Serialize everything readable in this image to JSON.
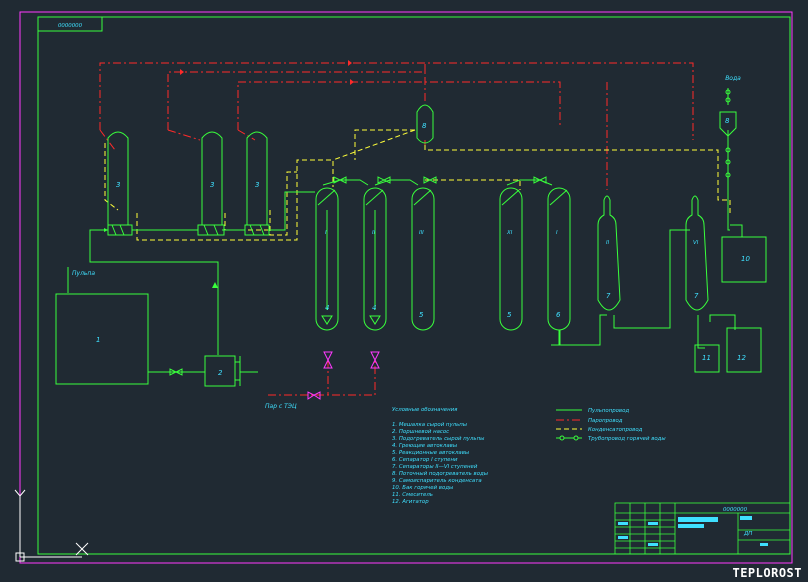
{
  "drawing": {
    "corner_tag": "0000000",
    "water_label": "Вода",
    "pulp_label": "Пульпа",
    "steam_label": "Пар с ТЭЦ",
    "equipment_numbers": {
      "mixers": "1",
      "pump": "2",
      "heaters": [
        "3",
        "3",
        "3"
      ],
      "autoclave_numerals": [
        "I",
        "II",
        "III",
        "XI",
        "I"
      ],
      "reaction_nums": [
        "4",
        "4",
        "5",
        "5",
        "6"
      ],
      "separator_numerals": [
        "II",
        "VI"
      ],
      "separator_nums": [
        "7",
        "7"
      ],
      "condenser": "8",
      "mixer_top": "8",
      "tank10": "10",
      "tank11": "11",
      "tank12": "12"
    },
    "legend_title": "Условные обозначения",
    "legend_items": [
      "1.  Мешалка сырой пульпы",
      "2.  Поршневой насос",
      "3.  Подогреватель сырой пульпы",
      "4.  Греющие автоклавы",
      "5.  Реакционные автоклавы",
      "6.  Сепаратор  I  ступени",
      "7.  Сепараторы  II—VI  ступеней",
      "8.  Поточный подогреватель воды",
      "9.  Самоиспаритель конденсата",
      "10.  Бак горячей воды",
      "11.  Смеситель",
      "12.  Агитатор"
    ],
    "line_legend": [
      {
        "label": "Пульпопровод",
        "style": "pulp"
      },
      {
        "label": "Паропровод",
        "style": "steam"
      },
      {
        "label": "Конденсатопровод",
        "style": "condensate"
      },
      {
        "label": "Трубопровод горячей воды",
        "style": "hotwater"
      }
    ],
    "title_block": {
      "code": "0000000",
      "sheet": "ДП"
    }
  },
  "watermark": "TEPLOROST",
  "colors": {
    "background": "#202a33",
    "pulp": "#39ff3c",
    "steam": "#ff2a2a",
    "condensate": "#ffff3a",
    "hotwater": "#39ff3c",
    "frame_outer": "#ff3aff",
    "text": "#3fe0ff"
  }
}
